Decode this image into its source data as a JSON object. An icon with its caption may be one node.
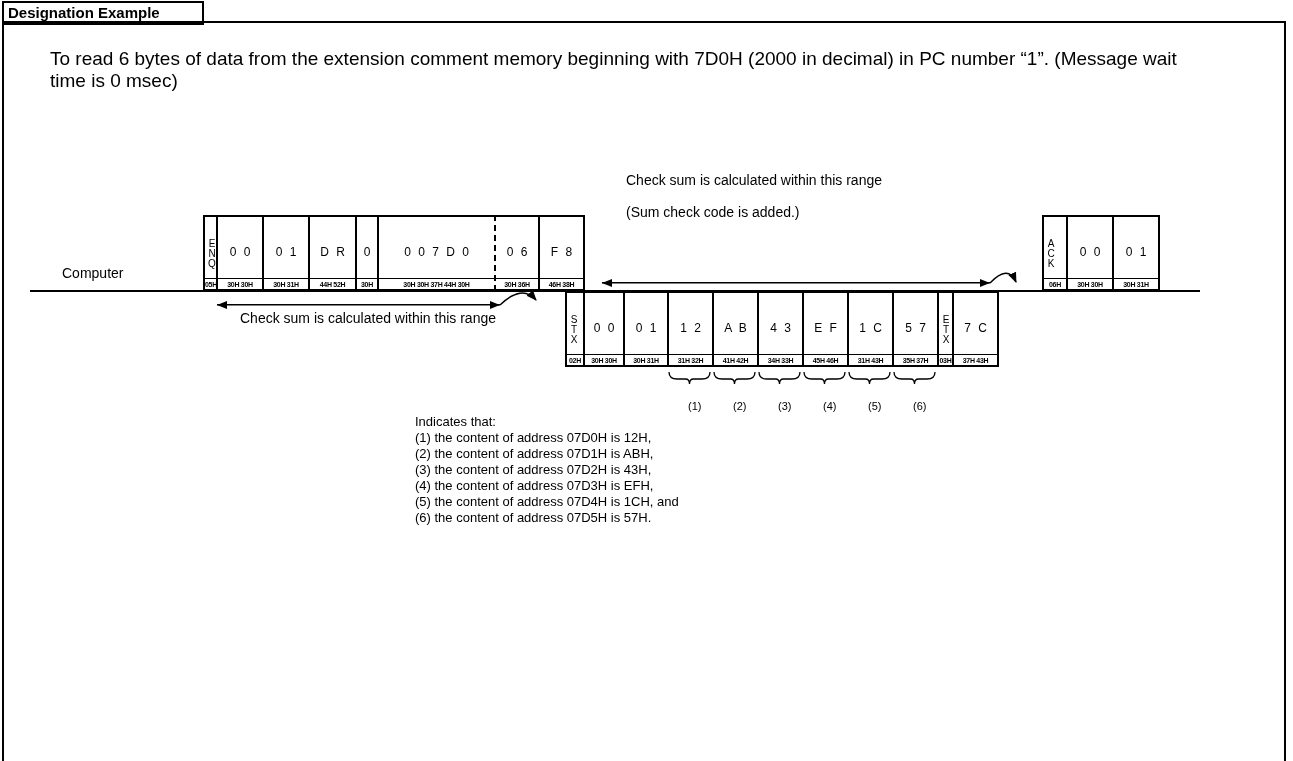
{
  "diagram": {
    "title": "Designation Example",
    "nodes": [
      {
        "text": [
          "ENQ",
          "05H"
        ]
      },
      {
        "text": [
          "0 0",
          "30H 30H"
        ]
      },
      {
        "text": [
          "0 1",
          "30H 31H"
        ]
      },
      {
        "text": [
          "D R",
          "44H 52H"
        ]
      },
      {
        "text": [
          "0",
          "30H"
        ]
      },
      {
        "text": [
          "0 0 7 D 0",
          "30H 30H 37H 44H 30H"
        ]
      },
      {
        "text": [
          "0 6",
          "30H 36H"
        ]
      },
      {
        "text": [
          "F 8",
          "46H 38H"
        ]
      },
      {
        "text": [
          "STX",
          "02H"
        ]
      },
      {
        "text": [
          "0 0",
          "30H 30H"
        ]
      },
      {
        "text": [
          "0 1",
          "30H 31H"
        ]
      },
      {
        "text": [
          "1 2",
          "31H 32H"
        ]
      },
      {
        "text": [
          "A B",
          "41H 42H"
        ]
      },
      {
        "text": [
          "4 3",
          "34H 33H"
        ]
      },
      {
        "text": [
          "E F",
          "45H 46H"
        ]
      },
      {
        "text": [
          "1 C",
          "31H 43H"
        ]
      },
      {
        "text": [
          "5 7",
          "35H 37H"
        ]
      },
      {
        "text": [
          "ETX",
          "03H"
        ]
      },
      {
        "text": [
          "7 C",
          "37H 43H"
        ]
      },
      {
        "text": [
          "ACK",
          "06H"
        ]
      },
      {
        "text": [
          "0 0",
          "30H 30H"
        ]
      },
      {
        "text": [
          "0 1",
          "30H 31H"
        ]
      }
    ],
    "labels": [
      "To read 6 bytes of data from the extension comment memory beginning with 7D0H (2000 in decimal) in PC number “1”. (Message wait time is 0 msec)",
      "Check sum is calculated within this range",
      "(Sum check code is added.)",
      "Computer",
      "Check sum is calculated within this range",
      "(1)",
      "(2)",
      "(3)",
      "(4)",
      "(5)",
      "(6)",
      "Indicates that:",
      "(1) the content of address 07D0H is 12H,",
      "(2) the content of address 07D1H is ABH,",
      "(3) the content of address 07D2H is 43H,",
      "(4) the content of address 07D3H is EFH,",
      "(5) the content of address 07D4H is 1CH, and",
      "(6) the content of address 07D5H is 57H."
    ]
  }
}
